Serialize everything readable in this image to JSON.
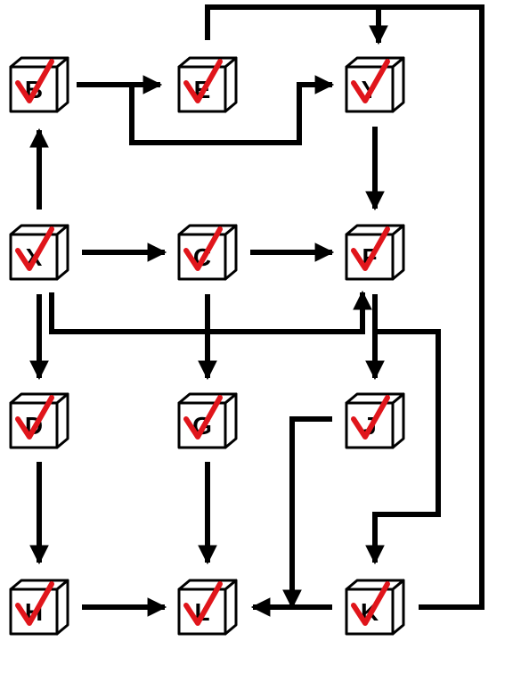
{
  "colors": {
    "line": "#000000",
    "check": "#e0151b",
    "box_front": "#ffffff",
    "box_top": "#ffffff",
    "box_side": "#ffffff"
  },
  "icon": "checkbox-cube-icon",
  "nodes": [
    {
      "id": "B",
      "label": "B",
      "checked": true
    },
    {
      "id": "E",
      "label": "E",
      "checked": true
    },
    {
      "id": "Y",
      "label": "Y",
      "checked": true
    },
    {
      "id": "X",
      "label": "X",
      "checked": true
    },
    {
      "id": "C",
      "label": "C",
      "checked": true
    },
    {
      "id": "F",
      "label": "F",
      "checked": true
    },
    {
      "id": "D",
      "label": "D",
      "checked": true
    },
    {
      "id": "G",
      "label": "G",
      "checked": true
    },
    {
      "id": "J",
      "label": "J",
      "checked": true
    },
    {
      "id": "H",
      "label": "H",
      "checked": true
    },
    {
      "id": "L",
      "label": "L",
      "checked": true
    },
    {
      "id": "K",
      "label": "K",
      "checked": true
    }
  ],
  "edges": [
    {
      "id": "B-E",
      "from": "B",
      "to": "E"
    },
    {
      "id": "B-Y",
      "from": "B",
      "to": "Y"
    },
    {
      "id": "X-B",
      "from": "X",
      "to": "B"
    },
    {
      "id": "X-C",
      "from": "X",
      "to": "C"
    },
    {
      "id": "C-F",
      "from": "C",
      "to": "F"
    },
    {
      "id": "Y-F",
      "from": "Y",
      "to": "F"
    },
    {
      "id": "X-D",
      "from": "X",
      "to": "D"
    },
    {
      "id": "C-G",
      "from": "C",
      "to": "G"
    },
    {
      "id": "F-J",
      "from": "F",
      "to": "J"
    },
    {
      "id": "D-H",
      "from": "D",
      "to": "H"
    },
    {
      "id": "G-L",
      "from": "G",
      "to": "L"
    },
    {
      "id": "H-L",
      "from": "H",
      "to": "L"
    },
    {
      "id": "K-L",
      "from": "K",
      "to": "L"
    },
    {
      "id": "F-K",
      "from": "F",
      "to": "K"
    },
    {
      "id": "X-F",
      "from": "X",
      "to": "F"
    },
    {
      "id": "E-Y-K",
      "from": "E",
      "to": "K"
    },
    {
      "id": "J-L",
      "from": "J",
      "to": "L"
    }
  ]
}
